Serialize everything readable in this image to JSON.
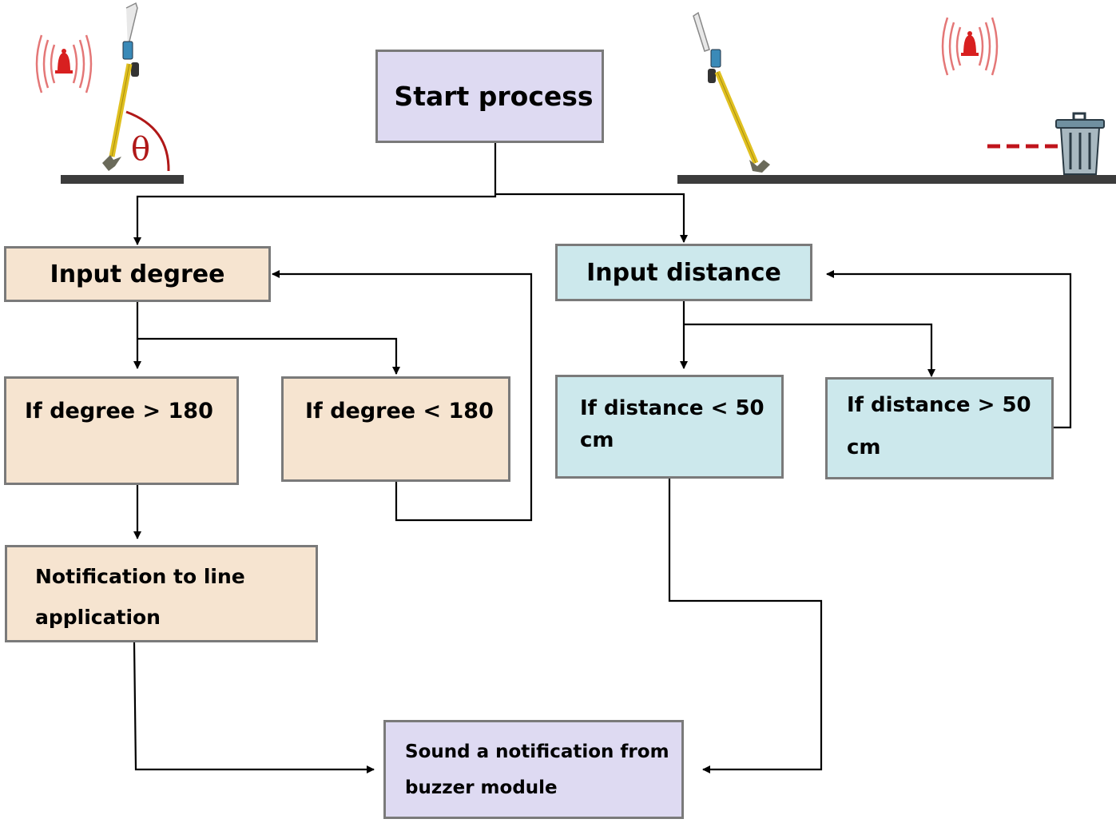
{
  "nodes": {
    "start": "Start process",
    "input_degree": "Input degree",
    "input_distance": "Input distance",
    "degree_gt": "If degree > 180",
    "degree_lt": "If degree < 180",
    "distance_lt_line1": "If distance < 50",
    "distance_lt_line2": "cm",
    "distance_gt_line1": "If distance > 50",
    "distance_gt_line2": "cm",
    "notify_line1": "Notification to line",
    "notify_line2": "application",
    "sound_line1": "Sound a notification from",
    "sound_line2": "buzzer module"
  },
  "illustrations": {
    "angle_symbol": "θ"
  },
  "colors": {
    "purple_box": "#dedaf2",
    "beige_box": "#f6e4d0",
    "cyan_box": "#cce8ec",
    "box_border": "#7a7a7a",
    "alarm_red": "#d82020",
    "angle_arc": "#b01818"
  },
  "icons": [
    "alarm-bell-icon",
    "walking-cane-icon",
    "trash-bin-icon"
  ]
}
